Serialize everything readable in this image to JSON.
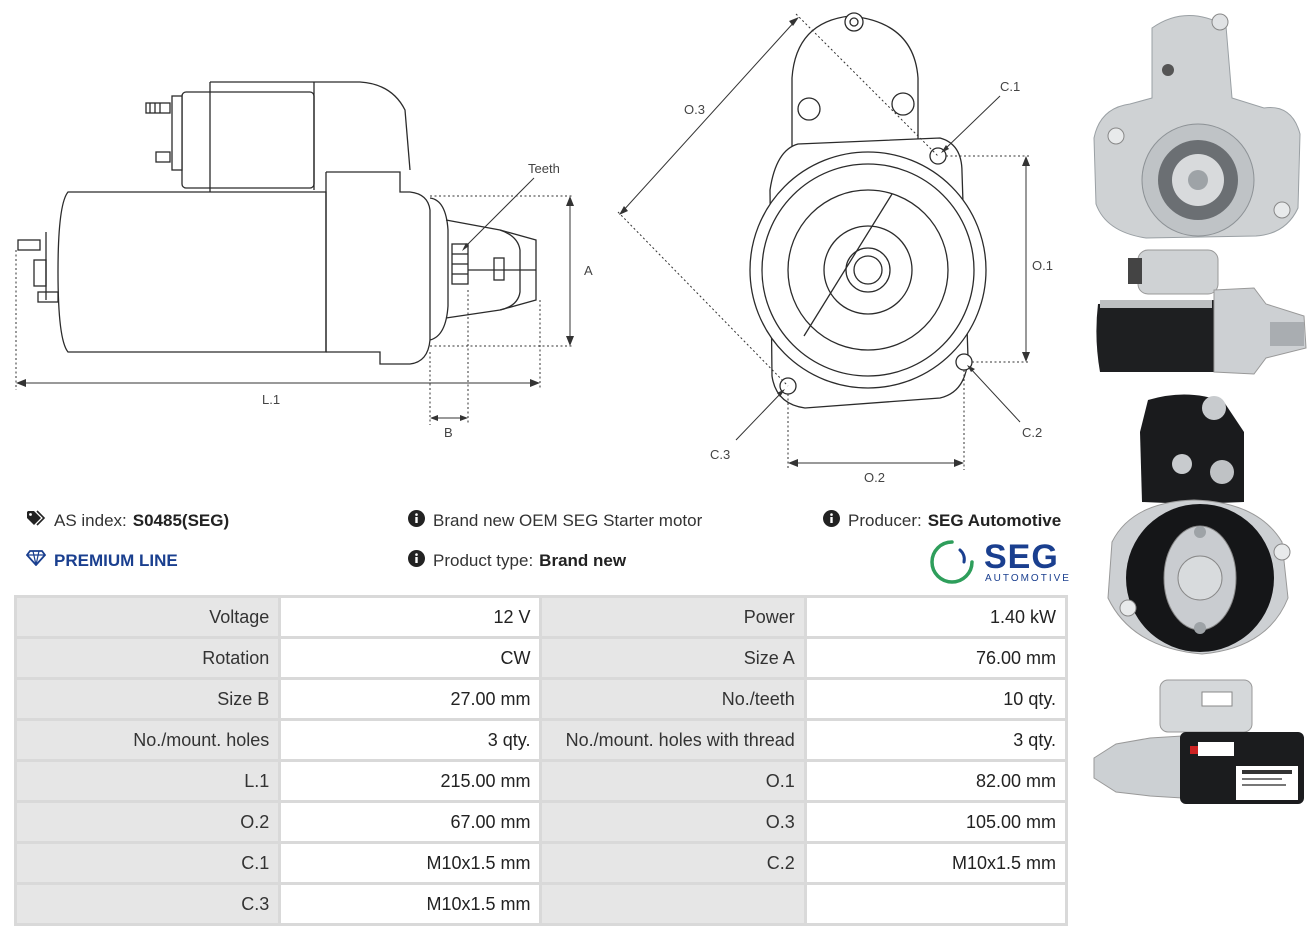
{
  "drawing_side": {
    "label_teeth": "Teeth",
    "label_a": "A",
    "label_b": "B",
    "label_l1": "L.1"
  },
  "drawing_front": {
    "label_o3": "O.3",
    "label_c1": "C.1",
    "label_o1": "O.1",
    "label_c2": "C.2",
    "label_c3": "C.3",
    "label_o2": "O.2"
  },
  "info": {
    "as_index_label": "AS index:",
    "as_index_value": "S0485(SEG)",
    "premium_line": "PREMIUM LINE",
    "description": "Brand new OEM SEG Starter motor",
    "product_type_label": "Product type:",
    "product_type_value": "Brand new",
    "producer_label": "Producer:",
    "producer_value": "SEG Automotive"
  },
  "logo": {
    "brand": "SEG",
    "sub": "AUTOMOTIVE",
    "color": "#1a3f8f",
    "accent": "#2e9e5b"
  },
  "specs": [
    [
      {
        "label": "Voltage",
        "value": "12 V"
      },
      {
        "label": "Power",
        "value": "1.40 kW"
      }
    ],
    [
      {
        "label": "Rotation",
        "value": "CW"
      },
      {
        "label": "Size A",
        "value": "76.00 mm"
      }
    ],
    [
      {
        "label": "Size B",
        "value": "27.00 mm"
      },
      {
        "label": "No./teeth",
        "value": "10 qty."
      }
    ],
    [
      {
        "label": "No./mount. holes",
        "value": "3 qty."
      },
      {
        "label": "No./mount. holes with thread",
        "value": "3 qty."
      }
    ],
    [
      {
        "label": "L.1",
        "value": "215.00 mm"
      },
      {
        "label": "O.1",
        "value": "82.00 mm"
      }
    ],
    [
      {
        "label": "O.2",
        "value": "67.00 mm"
      },
      {
        "label": "O.3",
        "value": "105.00 mm"
      }
    ],
    [
      {
        "label": "C.1",
        "value": "M10x1.5 mm"
      },
      {
        "label": "C.2",
        "value": "M10x1.5 mm"
      }
    ],
    [
      {
        "label": "C.3",
        "value": "M10x1.5 mm"
      },
      {
        "label": "",
        "value": ""
      }
    ]
  ]
}
